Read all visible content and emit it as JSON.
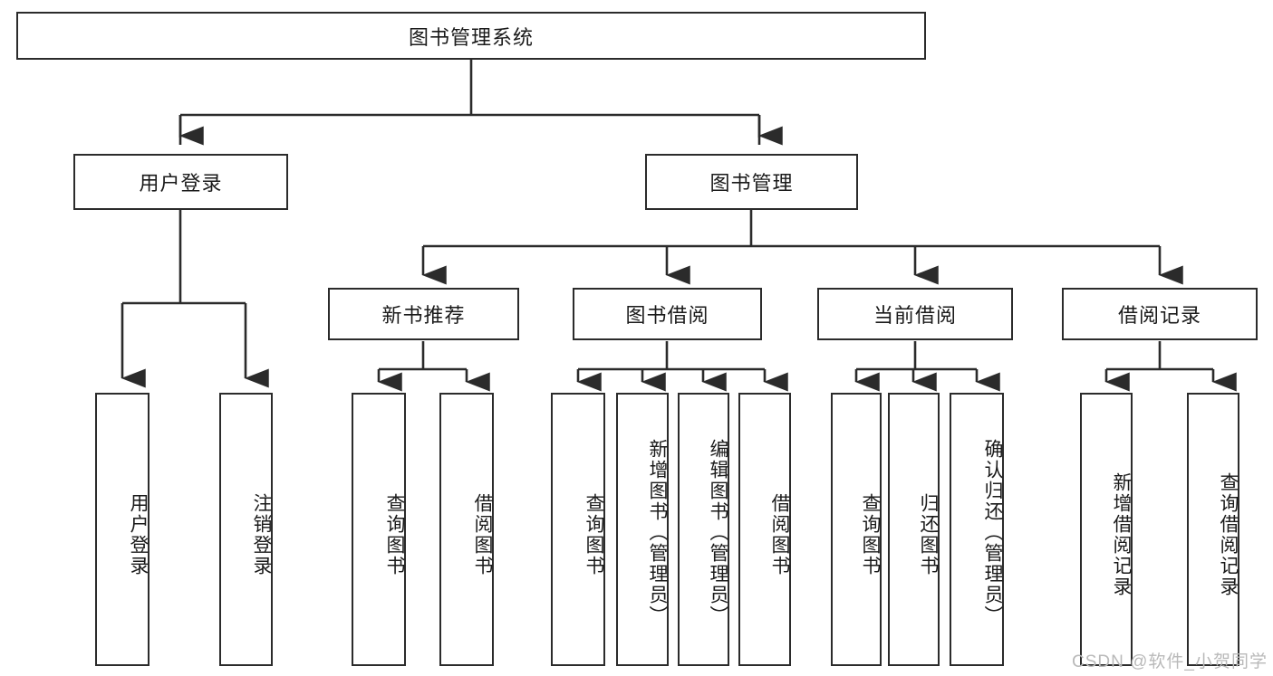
{
  "diagram": {
    "type": "tree-hierarchy",
    "title": "图书管理系统",
    "root": {
      "label": "图书管理系统"
    },
    "level2": [
      {
        "label": "用户登录"
      },
      {
        "label": "图书管理"
      }
    ],
    "level3": [
      {
        "label": "新书推荐"
      },
      {
        "label": "图书借阅"
      },
      {
        "label": "当前借阅"
      },
      {
        "label": "借阅记录"
      }
    ],
    "leaves": {
      "user_login": [
        {
          "label": "用户登录"
        },
        {
          "label": "注销登录"
        }
      ],
      "new_book_recommend": [
        {
          "label": "查询图书"
        },
        {
          "label": "借阅图书"
        }
      ],
      "book_borrow": [
        {
          "label": "查询图书"
        },
        {
          "label": "新增图书（管理员）"
        },
        {
          "label": "编辑图书（管理员）"
        },
        {
          "label": "借阅图书"
        }
      ],
      "current_borrow": [
        {
          "label": "查询图书"
        },
        {
          "label": "归还图书"
        },
        {
          "label": "确认归还（管理员）"
        }
      ],
      "borrow_record": [
        {
          "label": "新增借阅记录"
        },
        {
          "label": "查询借阅记录"
        }
      ]
    }
  },
  "watermark": {
    "text": "CSDN @软件_小贺同学"
  },
  "colors": {
    "background": "#ffffff",
    "box_border": "#2b2b2b",
    "box_fill": "#ffffff",
    "text": "#1a1a1a",
    "edge": "#2b2b2b",
    "watermark": "#b9b9b9"
  }
}
